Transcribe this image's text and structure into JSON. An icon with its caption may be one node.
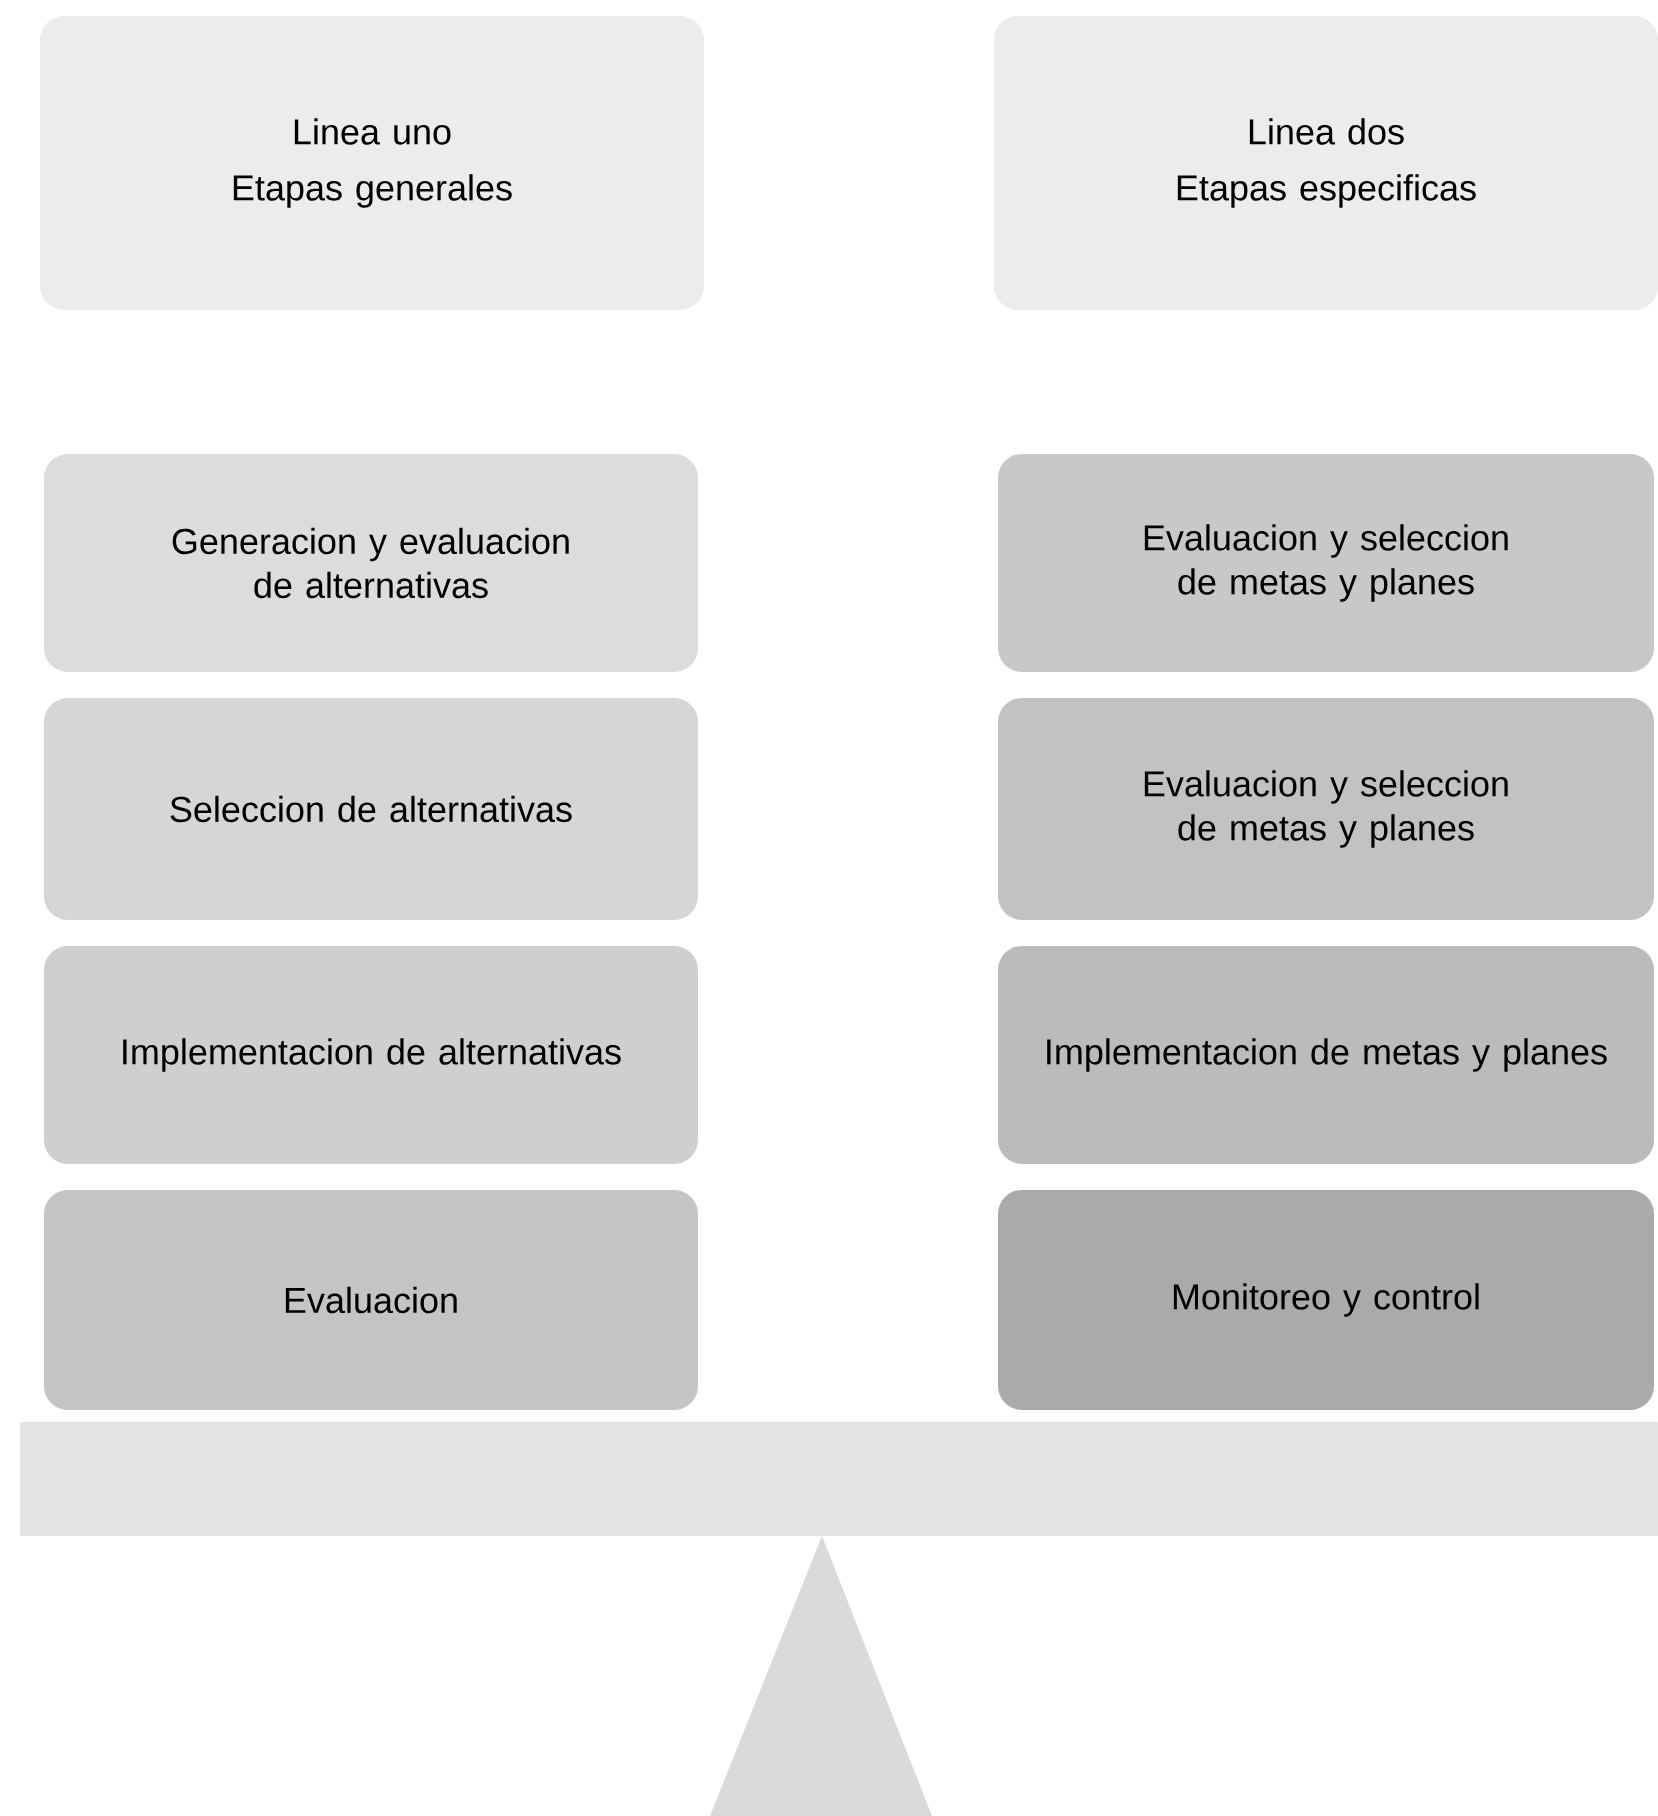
{
  "diagram": {
    "nodes": [
      {
        "text": [
          "Linea uno",
          "Etapas generales"
        ]
      },
      {
        "text": [
          "Linea dos",
          "Etapas especificas"
        ]
      },
      {
        "text": [
          "Generacion y evaluacion de alternativas"
        ]
      },
      {
        "text": [
          "Evaluacion y seleccion de metas y planes"
        ]
      },
      {
        "text": [
          "Seleccion de alternativas"
        ]
      },
      {
        "text": [
          "Evaluacion y seleccion de metas y planes"
        ]
      },
      {
        "text": [
          "Implementacion de alternativas"
        ]
      },
      {
        "text": [
          "Implementacion de metas y planes"
        ]
      },
      {
        "text": [
          "Evaluacion"
        ]
      },
      {
        "text": [
          "Monitoreo y control"
        ]
      }
    ],
    "edges": []
  }
}
